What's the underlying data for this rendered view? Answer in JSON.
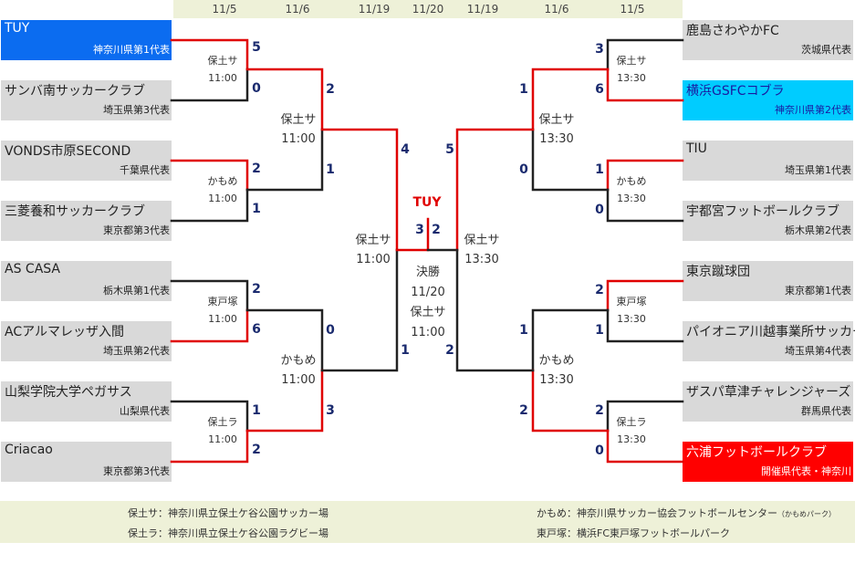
{
  "dates": [
    "11/5",
    "11/6",
    "11/19",
    "11/20",
    "11/19",
    "11/6",
    "11/5"
  ],
  "teams_left": [
    {
      "name": "TUY",
      "pref": "神奈川県第1代表"
    },
    {
      "name": "サンバ南サッカークラブ",
      "pref": "埼玉県第3代表"
    },
    {
      "name": "VONDS市原SECOND",
      "pref": "千葉県代表"
    },
    {
      "name": "三菱養和サッカークラブ",
      "pref": "東京都第3代表"
    },
    {
      "name": "AS CASA",
      "pref": "栃木県第1代表"
    },
    {
      "name": "ACアルマレッザ入間",
      "pref": "埼玉県第2代表"
    },
    {
      "name": "山梨学院大学ペガサス",
      "pref": "山梨県代表"
    },
    {
      "name": "Criacao",
      "pref": "東京都第3代表"
    }
  ],
  "teams_right": [
    {
      "name": "鹿島さわやかFC",
      "pref": "茨城県代表"
    },
    {
      "name": "横浜GSFCコブラ",
      "pref": "神奈川県第2代表"
    },
    {
      "name": "TIU",
      "pref": "埼玉県第1代表"
    },
    {
      "name": "宇都宮フットボールクラブ",
      "pref": "栃木県第2代表"
    },
    {
      "name": "東京蹴球団",
      "pref": "東京都第1代表"
    },
    {
      "name": "パイオニア川越事業所サッカー部",
      "pref": "埼玉県第4代表"
    },
    {
      "name": "ザスパ草津チャレンジャーズ",
      "pref": "群馬県代表"
    },
    {
      "name": "六浦フットボールクラブ",
      "pref": "開催県代表・神奈川"
    }
  ],
  "r1_left": [
    {
      "venue": "保土サ",
      "time": "11:00",
      "top": "5",
      "bottom": "0"
    },
    {
      "venue": "かもめ",
      "time": "11:00",
      "top": "2",
      "bottom": "1"
    },
    {
      "venue": "東戸塚",
      "time": "11:00",
      "top": "2",
      "bottom": "6"
    },
    {
      "venue": "保土ラ",
      "time": "11:00",
      "top": "1",
      "bottom": "2"
    }
  ],
  "r1_right": [
    {
      "venue": "保土サ",
      "time": "13:30",
      "top": "3",
      "bottom": "6"
    },
    {
      "venue": "かもめ",
      "time": "13:30",
      "top": "1",
      "bottom": "0"
    },
    {
      "venue": "東戸塚",
      "time": "13:30",
      "top": "2",
      "bottom": "1"
    },
    {
      "venue": "保土ラ",
      "time": "13:30",
      "top": "2",
      "bottom": "0"
    }
  ],
  "qf_left": [
    {
      "venue": "保土サ",
      "time": "11:00",
      "top": "2",
      "bottom": "1"
    },
    {
      "venue": "かもめ",
      "time": "11:00",
      "top": "0",
      "bottom": "3"
    }
  ],
  "qf_right": [
    {
      "venue": "保土サ",
      "time": "13:30",
      "top": "1",
      "bottom": "0"
    },
    {
      "venue": "かもめ",
      "time": "13:30",
      "top": "1",
      "bottom": "2"
    }
  ],
  "sf_left": {
    "venue": "保土サ",
    "time": "11:00",
    "top": "4",
    "bottom": "1"
  },
  "sf_right": {
    "venue": "保土サ",
    "time": "13:30",
    "top": "5",
    "bottom": "2"
  },
  "final": {
    "label": "決勝",
    "date": "11/20",
    "venue": "保土サ",
    "time": "11:00",
    "score_left": "3",
    "score_right": "2",
    "champion": "TUY"
  },
  "legend": [
    {
      "abbr": "保土サ",
      "sep": "：",
      "text": "神奈川県立保土ケ谷公園サッカー場",
      "note": ""
    },
    {
      "abbr": "かもめ",
      "sep": "：",
      "text": "神奈川県サッカー協会フットボールセンター",
      "note": "（かもめパーク）"
    },
    {
      "abbr": "保土ラ",
      "sep": "：",
      "text": "神奈川県立保土ケ谷公園ラグビー場",
      "note": ""
    },
    {
      "abbr": "東戸塚",
      "sep": "：",
      "text": "横浜FC東戸塚フットボールパーク",
      "note": ""
    }
  ],
  "colors": {
    "win": "#e00000",
    "lose": "#222222",
    "score": "#1a2a6e",
    "team_bg": "#d9d9d9",
    "team1_left": "#0b6cf0",
    "team2_right": "#00ccff",
    "team8_right": "#ff0000",
    "date_bar": "#eef1d8"
  }
}
